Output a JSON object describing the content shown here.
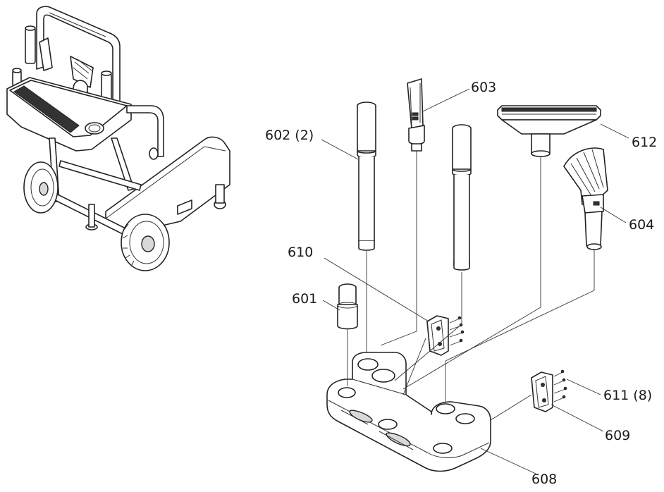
{
  "diagram": {
    "callouts": {
      "c601": "601",
      "c602": "602 (2)",
      "c603": "603",
      "c604": "604",
      "c608": "608",
      "c609": "609",
      "c610": "610",
      "c611": "611 (8)",
      "c612": "612"
    }
  },
  "colors": {
    "line": "#222222",
    "background": "#ffffff"
  }
}
